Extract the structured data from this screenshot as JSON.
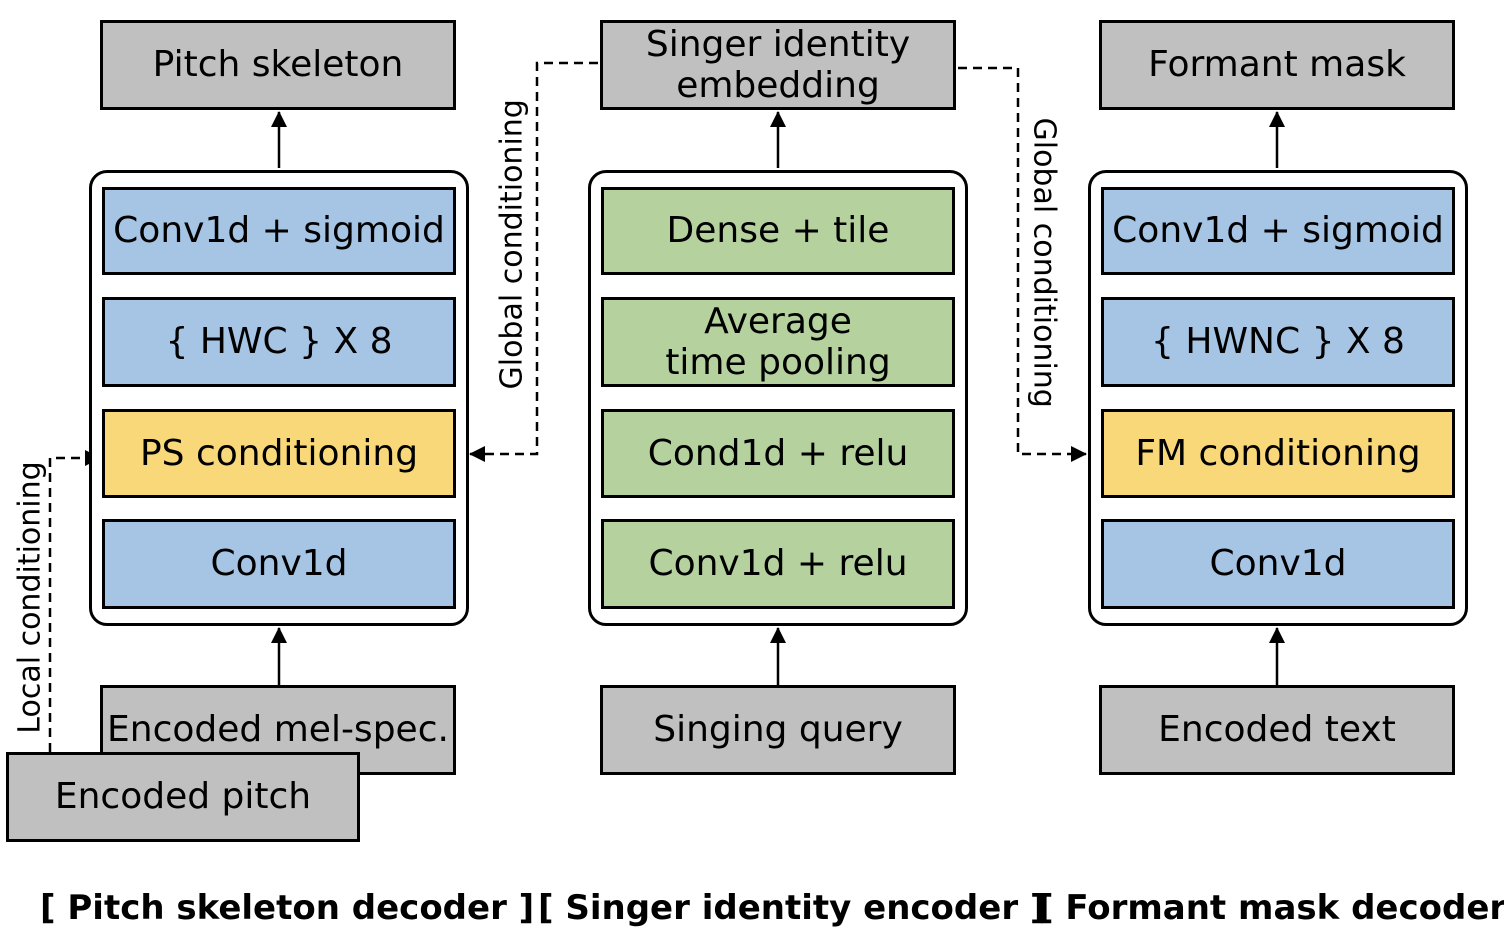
{
  "pitch_decoder": {
    "output": "Pitch skeleton",
    "layers": [
      "Conv1d + sigmoid",
      "{ HWC } X 8",
      "PS conditioning",
      "Conv1d"
    ],
    "input_mel": "Encoded mel-spec.",
    "input_pitch": "Encoded pitch",
    "caption": "[ Pitch skeleton decoder ]"
  },
  "singer_encoder": {
    "output": "Singer identity\nembedding",
    "layers": [
      "Dense + tile",
      "Average\ntime pooling",
      "Cond1d + relu",
      "Conv1d + relu"
    ],
    "input": "Singing query",
    "caption": "[ Singer identity encoder ]"
  },
  "formant_decoder": {
    "output": "Formant mask",
    "layers": [
      "Conv1d + sigmoid",
      "{ HWNC } X 8",
      "FM conditioning",
      "Conv1d"
    ],
    "input": "Encoded text",
    "caption": "[ Formant mask decoder ]"
  },
  "connections": {
    "local": "Local conditioning",
    "global_left": "Global conditioning",
    "global_right": "Global conditioning"
  },
  "colors": {
    "io_box": "#c0c0c0",
    "conv_layer": "#a6c4e4",
    "conditioning_layer": "#f8d878",
    "encoder_layer": "#b4d19e"
  }
}
